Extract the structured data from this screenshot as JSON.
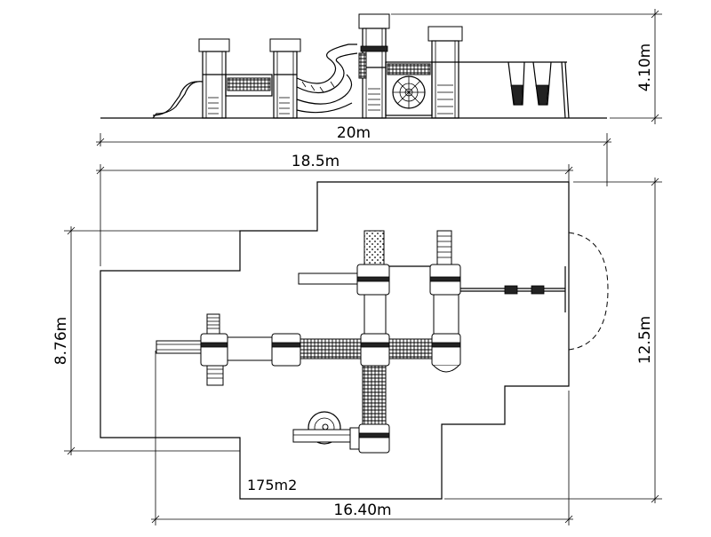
{
  "dimensions": {
    "height_elevation": "4.10m",
    "total_width": "20m",
    "inner_width": "18.5m",
    "right_height": "12.5m",
    "left_height": "8.76m",
    "bottom_width": "16.40m"
  },
  "area_label": "175m2"
}
